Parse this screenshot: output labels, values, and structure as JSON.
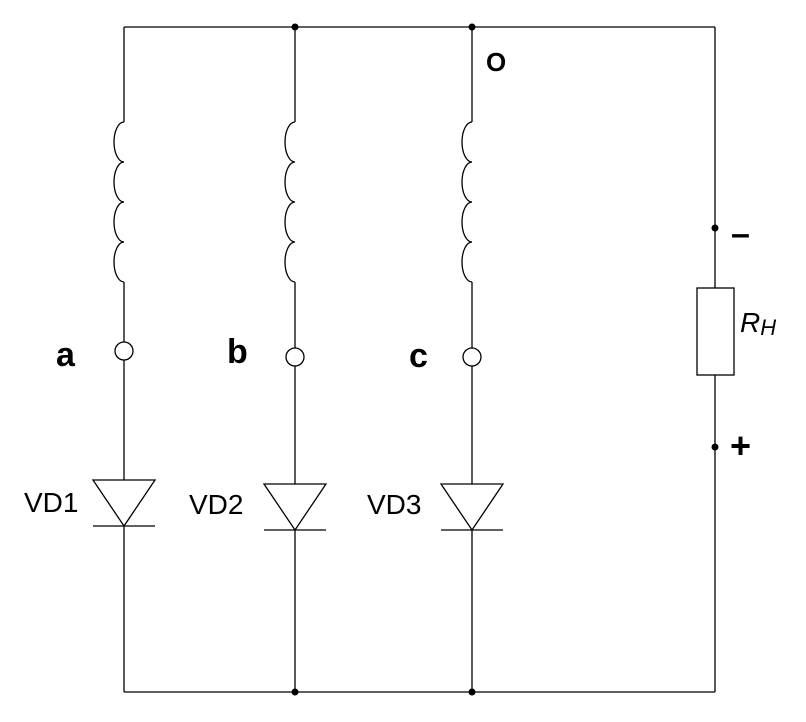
{
  "node_labels": {
    "o": "O",
    "a": "a",
    "b": "b",
    "c": "c"
  },
  "diode_labels": [
    "VD1",
    "VD2",
    "VD3"
  ],
  "load": {
    "label": "R",
    "subscript": "H"
  },
  "polarity": {
    "minus": "–",
    "plus": "+"
  },
  "colors": {
    "stroke": "#000000",
    "background": "#ffffff"
  }
}
